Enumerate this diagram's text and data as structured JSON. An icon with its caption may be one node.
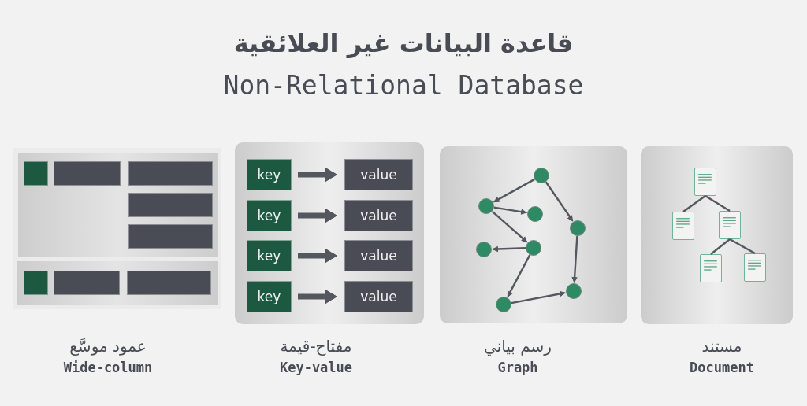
{
  "diagram": {
    "title": "قاعدة البيانات غير العلائقية",
    "nodes": [
      {
        "text": [],
        "shape": "box",
        "beside": [
          "عمود موسَّع",
          "Wide-column"
        ]
      },
      {
        "text": [],
        "shape": "box",
        "in": 0
      },
      {
        "text": [],
        "shape": "box",
        "in": 1
      },
      {
        "text": [],
        "shape": "box",
        "in": 1
      },
      {
        "text": [],
        "shape": "box",
        "in": 1
      },
      {
        "text": [],
        "shape": "box",
        "in": 1
      },
      {
        "text": [],
        "shape": "box",
        "in": 1
      },
      {
        "text": [],
        "shape": "box",
        "in": 0
      },
      {
        "text": [],
        "shape": "box",
        "in": 7
      },
      {
        "text": [],
        "shape": "box",
        "in": 7
      },
      {
        "text": [],
        "shape": "box",
        "in": 7
      },
      {
        "text": [],
        "shape": "box",
        "beside": [
          "مفتاح-قيمة",
          "Key-value"
        ]
      },
      {
        "text": [
          "key"
        ],
        "in": 11
      },
      {
        "text": [
          "value"
        ],
        "in": 11
      },
      {
        "text": [
          "key"
        ],
        "in": 11
      },
      {
        "text": [
          "value"
        ],
        "in": 11
      },
      {
        "text": [
          "key"
        ],
        "in": 11
      },
      {
        "text": [
          "value"
        ],
        "in": 11
      },
      {
        "text": [
          "key"
        ],
        "in": 11
      },
      {
        "text": [
          "value"
        ],
        "in": 11
      },
      {
        "text": [],
        "shape": "box",
        "beside": [
          "رسم بياني",
          "Graph"
        ]
      },
      {
        "text": [],
        "shape": "circle",
        "in": 20
      },
      {
        "text": [],
        "shape": "circle",
        "in": 20
      },
      {
        "text": [],
        "shape": "circle",
        "in": 20
      },
      {
        "text": [],
        "shape": "circle",
        "in": 20
      },
      {
        "text": [],
        "shape": "circle",
        "in": 20
      },
      {
        "text": [],
        "shape": "circle",
        "in": 20
      },
      {
        "text": [],
        "shape": "circle",
        "in": 20
      },
      {
        "text": [],
        "shape": "circle",
        "in": 20
      },
      {
        "text": [],
        "shape": "box",
        "beside": [
          "مستند",
          "Document"
        ]
      },
      {
        "text": [],
        "shape": "document",
        "in": 29
      },
      {
        "text": [],
        "shape": "document",
        "in": 29
      },
      {
        "text": [],
        "shape": "document",
        "in": 29
      },
      {
        "text": [],
        "shape": "document",
        "in": 29
      },
      {
        "text": [],
        "shape": "document",
        "in": 29
      }
    ],
    "edges": [
      {
        "from": 12,
        "to": 13,
        "arrow": "to",
        "style": "thick"
      },
      {
        "from": 14,
        "to": 15,
        "arrow": "to",
        "style": "thick"
      },
      {
        "from": 16,
        "to": 17,
        "arrow": "to",
        "style": "thick"
      },
      {
        "from": 18,
        "to": 19,
        "arrow": "to",
        "style": "thick"
      },
      {
        "from": 21,
        "to": 22,
        "arrow": "to"
      },
      {
        "from": 21,
        "to": 24,
        "arrow": "to"
      },
      {
        "from": 22,
        "to": 23,
        "arrow": "to"
      },
      {
        "from": 22,
        "to": 25,
        "arrow": "to"
      },
      {
        "from": 25,
        "to": 26,
        "arrow": "to"
      },
      {
        "from": 25,
        "to": 28,
        "arrow": "to"
      },
      {
        "from": 24,
        "to": 27,
        "arrow": "to"
      },
      {
        "from": 28,
        "to": 27,
        "arrow": "to"
      },
      {
        "from": 30,
        "to": 31,
        "arrow": "none"
      },
      {
        "from": 30,
        "to": 32,
        "arrow": "none"
      },
      {
        "from": 32,
        "to": 33,
        "arrow": "none"
      },
      {
        "from": 32,
        "to": 34,
        "arrow": "none"
      }
    ],
    "labels": [
      "Non-Relational Database"
    ]
  }
}
